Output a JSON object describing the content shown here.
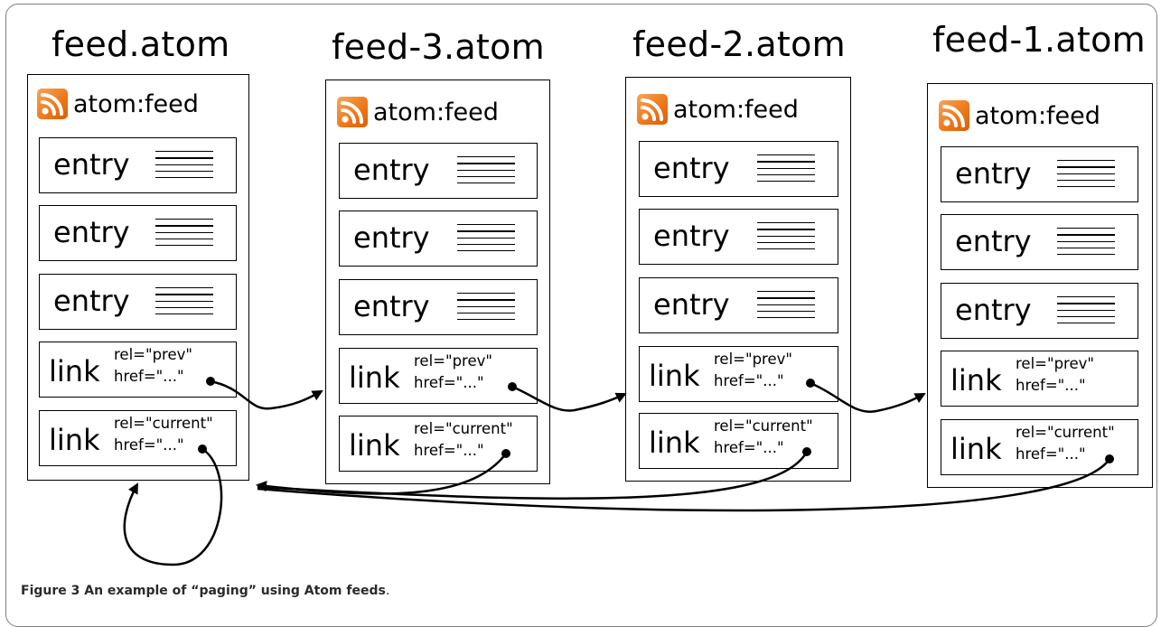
{
  "feeds": [
    {
      "title": "feed.atom",
      "header": "atom:feed",
      "entries": [
        "entry",
        "entry",
        "entry"
      ],
      "links": [
        {
          "label": "link",
          "rel": "rel=\"prev\"",
          "href": "href=\"...\""
        },
        {
          "label": "link",
          "rel": "rel=\"current\"",
          "href": "href=\"...\""
        }
      ]
    },
    {
      "title": "feed-3.atom",
      "header": "atom:feed",
      "entries": [
        "entry",
        "entry",
        "entry"
      ],
      "links": [
        {
          "label": "link",
          "rel": "rel=\"prev\"",
          "href": "href=\"...\""
        },
        {
          "label": "link",
          "rel": "rel=\"current\"",
          "href": "href=\"...\""
        }
      ]
    },
    {
      "title": "feed-2.atom",
      "header": "atom:feed",
      "entries": [
        "entry",
        "entry",
        "entry"
      ],
      "links": [
        {
          "label": "link",
          "rel": "rel=\"prev\"",
          "href": "href=\"...\""
        },
        {
          "label": "link",
          "rel": "rel=\"current\"",
          "href": "href=\"...\""
        }
      ]
    },
    {
      "title": "feed-1.atom",
      "header": "atom:feed",
      "entries": [
        "entry",
        "entry",
        "entry"
      ],
      "links": [
        {
          "label": "link",
          "rel": "rel=\"prev\"",
          "href": "href=\"...\""
        },
        {
          "label": "link",
          "rel": "rel=\"current\"",
          "href": "href=\"...\""
        }
      ]
    }
  ],
  "icons": {
    "feed_icon": "rss-feed-icon"
  },
  "colors": {
    "rss_orange": "#ee7a1c",
    "frame": "#808080"
  },
  "caption": {
    "bold": "Figure 3 An example of “paging” using Atom feeds",
    "rest": "."
  }
}
